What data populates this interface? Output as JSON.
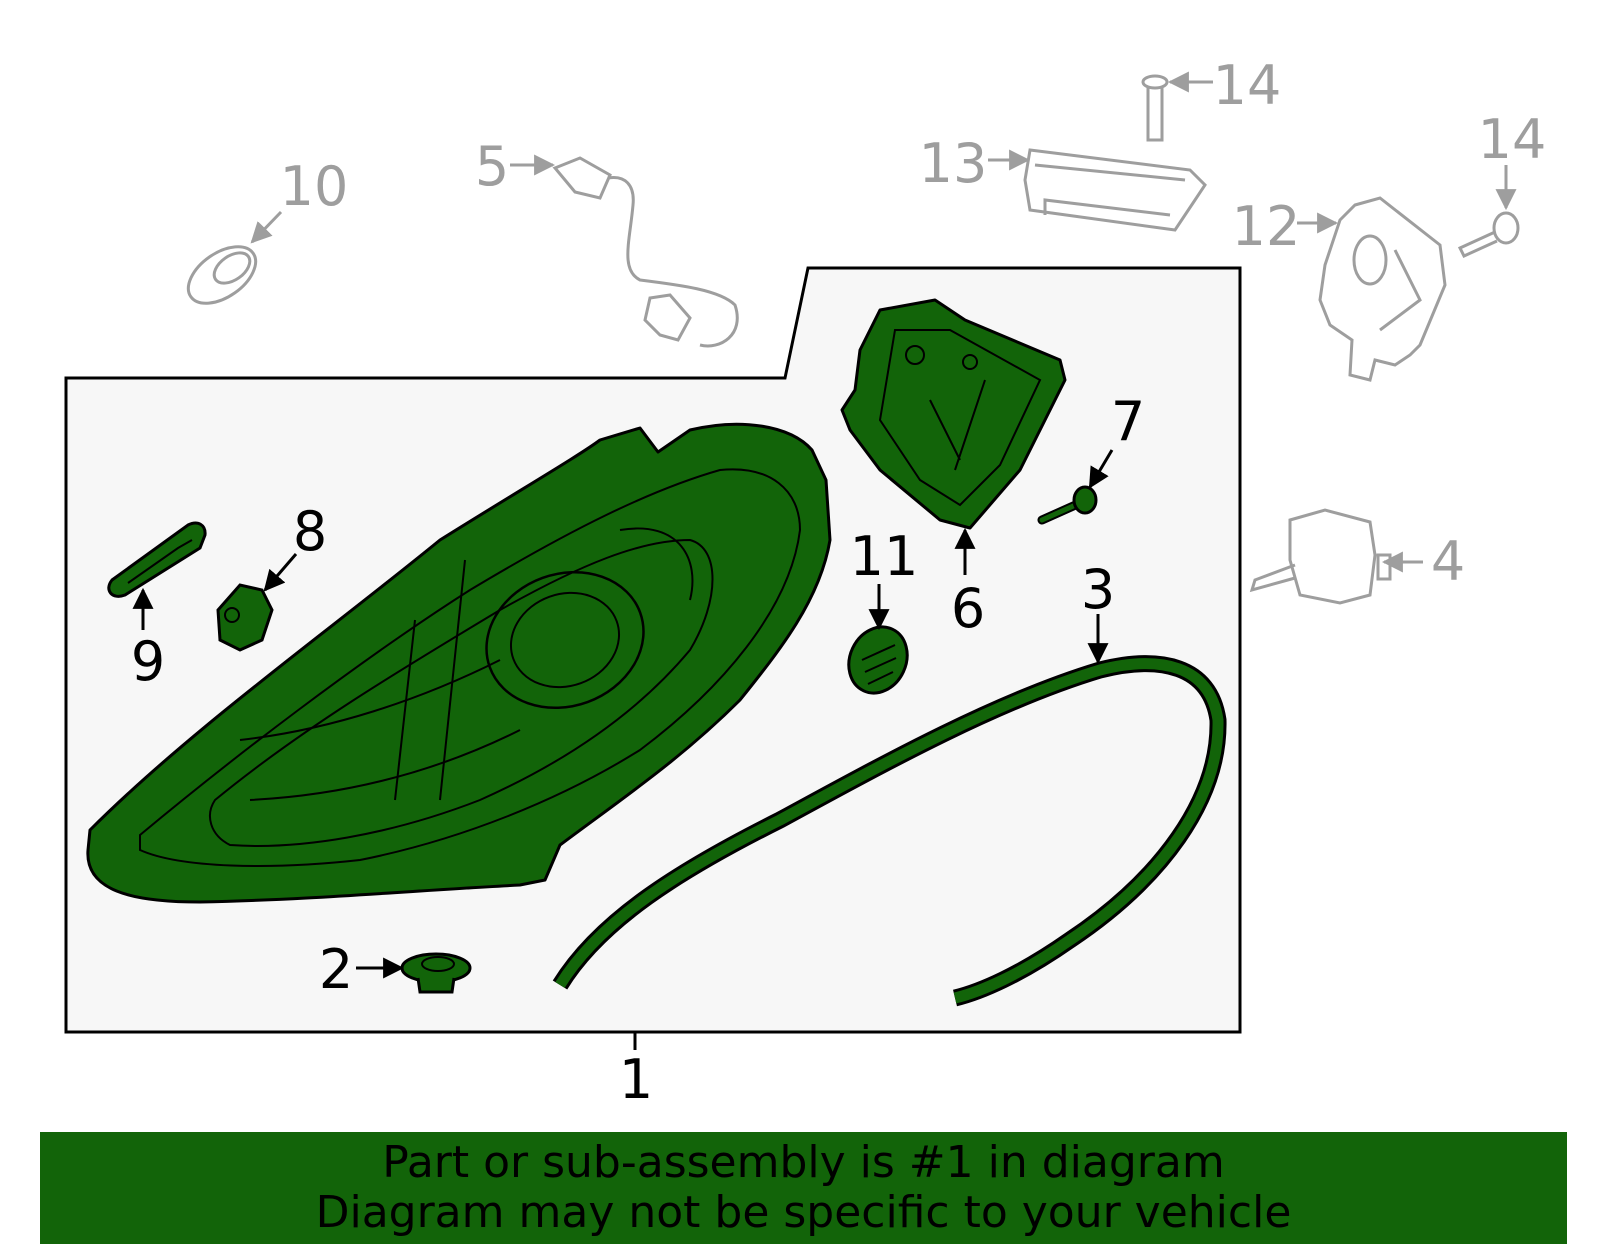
{
  "colors": {
    "highlight_fill": "#126409",
    "outline": "#000000",
    "other_part": "#9e9e9e",
    "box_fill": "#f7f7f7",
    "footer_bg": "#126409"
  },
  "callouts": {
    "c1": "1",
    "c2": "2",
    "c3": "3",
    "c4": "4",
    "c5": "5",
    "c6": "6",
    "c7": "7",
    "c8": "8",
    "c9": "9",
    "c10": "10",
    "c11": "11",
    "c12": "12",
    "c13": "13",
    "c14a": "14",
    "c14b": "14"
  },
  "footer": {
    "line1": "Part or sub-assembly is #1 in diagram",
    "line2": "Diagram may not be specific to your vehicle"
  }
}
